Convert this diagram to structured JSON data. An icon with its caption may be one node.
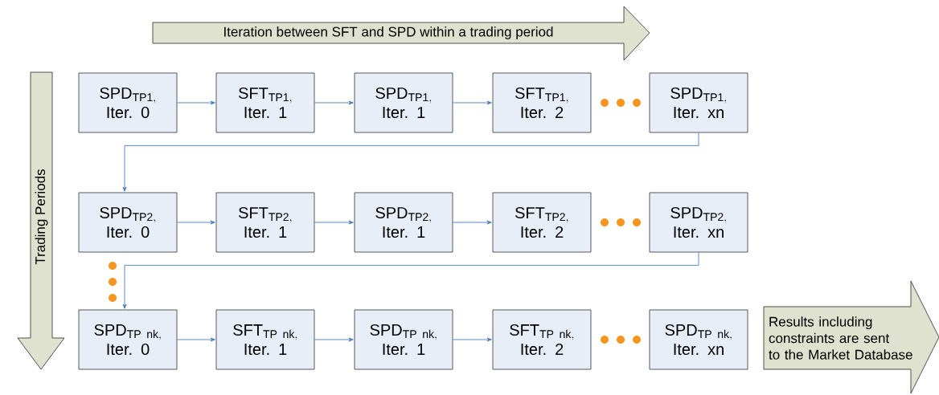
{
  "diagram": {
    "nodes": [
      {
        "text": [
          "Iteration between SFT and SPD within a trading period"
        ]
      },
      {
        "text": [
          "Trading Periods"
        ]
      },
      {
        "text": [
          "\\mathrm{SPD}_{\\mathrm{TP1,}}",
          "Iter. 0"
        ]
      },
      {
        "text": [
          "\\mathrm{SFT}_{\\mathrm{TP1,}}",
          "Iter. 1"
        ]
      },
      {
        "text": [
          "\\mathrm{SPD}_{\\mathrm{TP1,}}",
          "Iter. 1"
        ]
      },
      {
        "text": [
          "\\mathrm{SFT}_{\\mathrm{TP1,}}",
          "Iter. 2"
        ]
      },
      {
        "text": [
          "\\mathrm{SPD}_{\\mathrm{TP1,}}",
          "Iter. xn"
        ]
      },
      {
        "text": [
          "\\mathrm{SPD}_{\\mathrm{TP2,}}",
          "Iter. 0"
        ]
      },
      {
        "text": [
          "\\mathrm{SFT}_{\\mathrm{TP2,}}",
          "Iter. 1"
        ]
      },
      {
        "text": [
          "\\mathrm{SPD}_{\\mathrm{TP2,}}",
          "Iter. 1"
        ]
      },
      {
        "text": [
          "\\mathrm{SFT}_{\\mathrm{TP2,}}",
          "Iter. 2"
        ]
      },
      {
        "text": [
          "\\mathrm{SPD}_{\\mathrm{TP2,}}",
          "Iter. xn"
        ]
      },
      {
        "text": [
          "\\mathrm{SPD}_{\\mathrm{TP\\ nk,}}",
          "Iter. 0"
        ]
      },
      {
        "text": [
          "\\mathrm{SFT}_{\\mathrm{TP\\ nk,}}",
          "Iter. 1"
        ]
      },
      {
        "text": [
          "\\mathrm{SPD}_{\\mathrm{TP\\ nk,}}",
          "Iter. 1"
        ]
      },
      {
        "text": [
          "\\mathrm{SFT}_{\\mathrm{TP\\ nk,}}",
          "Iter. 2"
        ]
      },
      {
        "text": [
          "\\mathrm{SPD}_{\\mathrm{TP\\ nk,}}",
          "Iter. xn"
        ]
      },
      {
        "text": [
          "Results including constraints are sent to the Market Database"
        ]
      }
    ],
    "edges": [
      {
        "from": 2,
        "to": 3,
        "arrow": "to"
      },
      {
        "from": 3,
        "to": 4,
        "arrow": "to"
      },
      {
        "from": 4,
        "to": 5,
        "arrow": "to"
      },
      {
        "from": 6,
        "to": 7,
        "arrow": "to"
      },
      {
        "from": 7,
        "to": 8,
        "arrow": "to"
      },
      {
        "from": 8,
        "to": 9,
        "arrow": "to"
      },
      {
        "from": 9,
        "to": 10,
        "arrow": "to"
      },
      {
        "from": 11,
        "to": 12,
        "arrow": "to"
      },
      {
        "from": 12,
        "to": 13,
        "arrow": "to"
      },
      {
        "from": 13,
        "to": 14,
        "arrow": "to"
      },
      {
        "from": 14,
        "to": 15,
        "arrow": "to"
      }
    ]
  }
}
